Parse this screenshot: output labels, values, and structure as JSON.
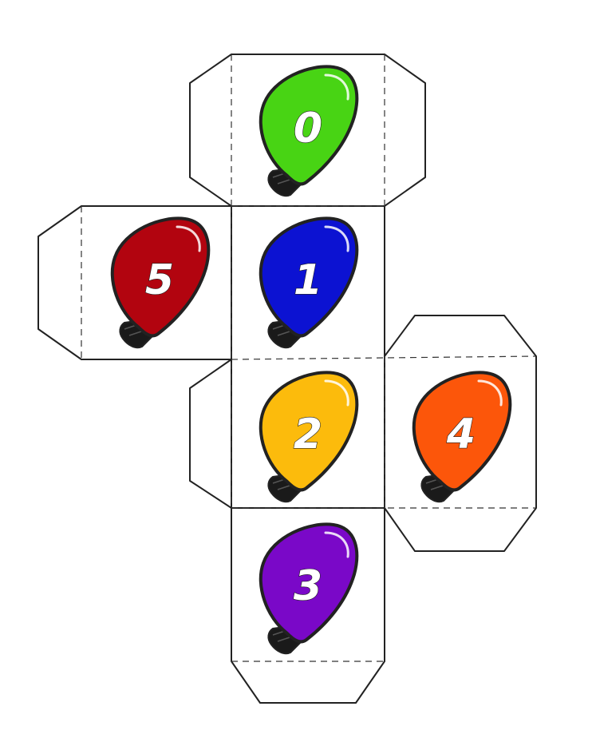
{
  "faces": [
    {
      "id": "top",
      "label": "0",
      "color": "#48D414"
    },
    {
      "id": "center",
      "label": "1",
      "color": "#0C12D2"
    },
    {
      "id": "left",
      "label": "5",
      "color": "#B2040F"
    },
    {
      "id": "lower",
      "label": "2",
      "color": "#FCBB0C"
    },
    {
      "id": "right",
      "label": "4",
      "color": "#FC560A"
    },
    {
      "id": "bottom",
      "label": "3",
      "color": "#7A08C8"
    }
  ],
  "palette": {
    "outline": "#222222",
    "fold_line": "#333333",
    "bulb_base": "#1a1a1a"
  }
}
